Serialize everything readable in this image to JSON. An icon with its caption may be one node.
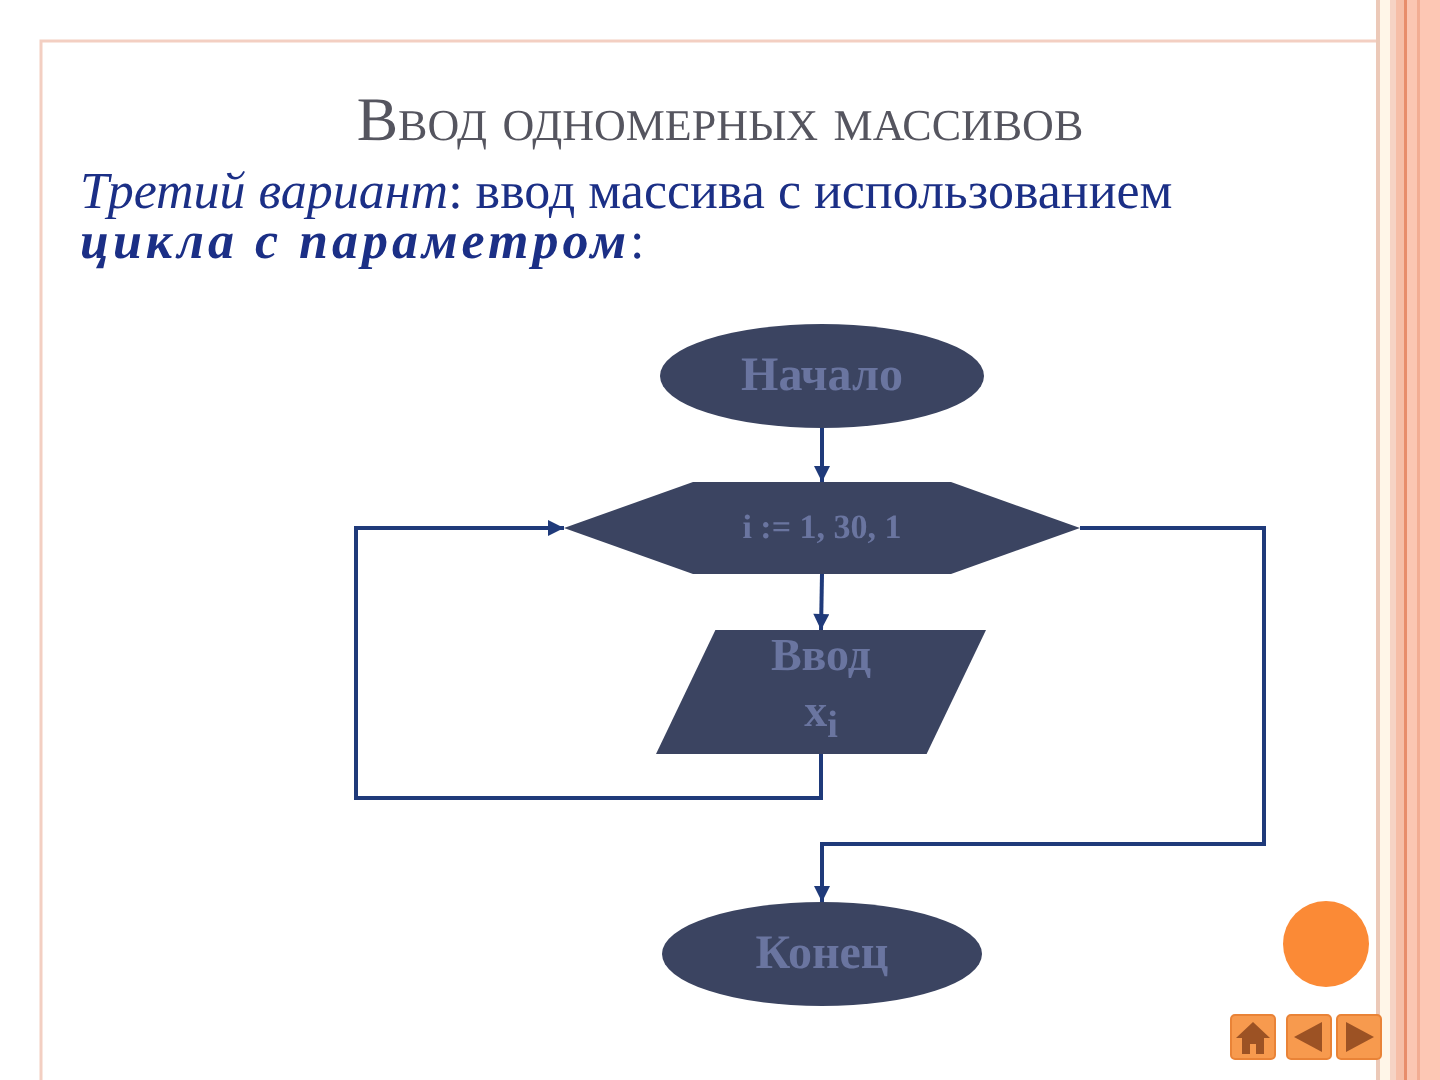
{
  "diagram": {
    "title": "Ввод одномерных массивов",
    "nodes": [
      {
        "text": [
          "Начало"
        ]
      },
      {
        "text": [
          "i := 1, 30, 1"
        ]
      },
      {
        "text": [
          "Ввод x$_{i}$"
        ]
      },
      {
        "text": [
          "Конец"
        ]
      }
    ],
    "edges": [
      {
        "from": 0,
        "to": 1,
        "arrow": "to"
      },
      {
        "from": 1,
        "to": 2,
        "arrow": "to"
      },
      {
        "from": 2,
        "to": 1,
        "arrow": "to"
      },
      {
        "from": 1,
        "to": 3,
        "arrow": "to"
      }
    ],
    "labels": [
      "*Третий вариант*: ввод массива с использованием **цикла с параметром**:"
    ]
  }
}
